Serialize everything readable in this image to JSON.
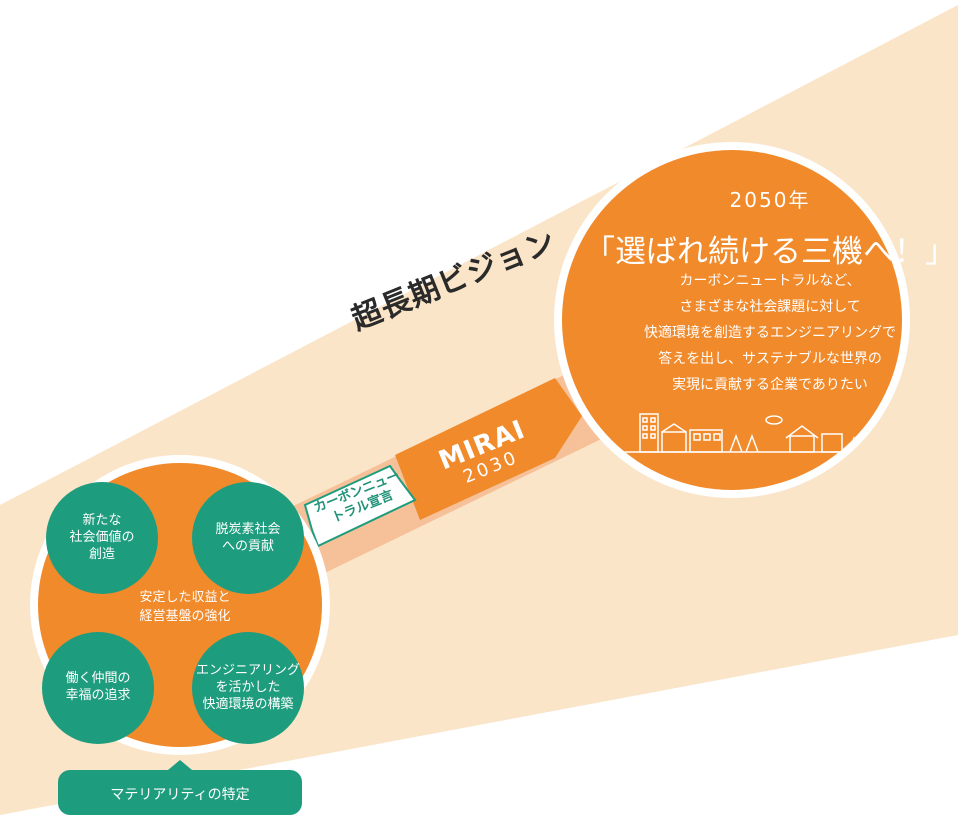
{
  "vision_label": "超長期ビジョン",
  "goal": {
    "year": "2050年",
    "title": "「選ばれ続ける三機へ！」",
    "lines": [
      "カーボンニュートラルなど、",
      "さまざまな社会課題に対して",
      "快適環境を創造するエンジニアリングで",
      "答えを出し、サステナブルな世界の",
      "実現に貢献する企業でありたい"
    ]
  },
  "mirai": {
    "name": "MIRAI",
    "year": "2030"
  },
  "carbon_neutral": {
    "line1": "カーボンニュー",
    "line2": "トラル宣言"
  },
  "materiality": {
    "center_line1": "安定した収益と",
    "center_line2": "経営基盤の強化",
    "nodes": [
      {
        "lines": [
          "新たな",
          "社会価値の",
          "創造"
        ]
      },
      {
        "lines": [
          "脱炭素社会",
          "への貢献"
        ]
      },
      {
        "lines": [
          "働く仲間の",
          "幸福の追求"
        ]
      },
      {
        "lines": [
          "エンジニアリング",
          "を活かした",
          "快適環境の構築"
        ]
      }
    ],
    "footer": "マテリアリティの特定"
  },
  "colors": {
    "beam": "#fbe5c8",
    "orange": "#f08a2b",
    "teal": "#1e9c7e",
    "band": "#f7c79c"
  }
}
